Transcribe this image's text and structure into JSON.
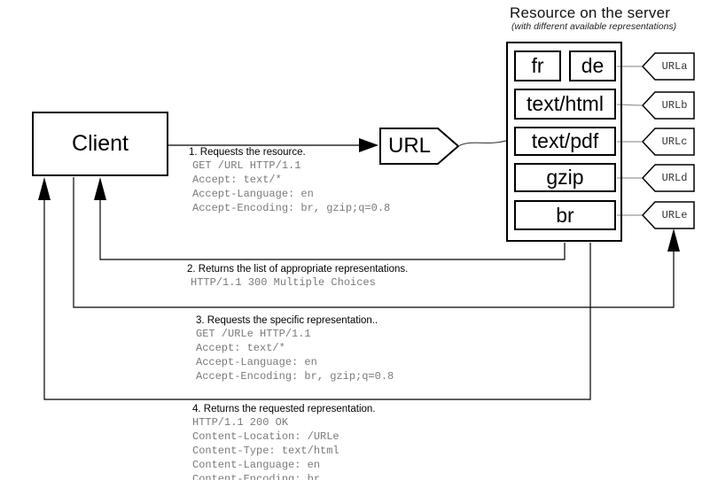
{
  "header": {
    "title": "Resource on the server",
    "subtitle": "(with different available representations)"
  },
  "client": {
    "label": "Client"
  },
  "url_node": {
    "label": "URL"
  },
  "server": {
    "rows": [
      {
        "labels": [
          "fr",
          "de"
        ],
        "tag": "URLa"
      },
      {
        "labels": [
          "text/html"
        ],
        "tag": "URLb"
      },
      {
        "labels": [
          "text/pdf"
        ],
        "tag": "URLc"
      },
      {
        "labels": [
          "gzip"
        ],
        "tag": "URLd"
      },
      {
        "labels": [
          "br"
        ],
        "tag": "URLe"
      }
    ]
  },
  "messages": [
    {
      "step": "1. Requests the resource.",
      "lines": [
        "GET /URL HTTP/1.1",
        "Accept: text/*",
        "Accept-Language: en",
        "Accept-Encoding: br, gzip;q=0.8"
      ]
    },
    {
      "step": "2. Returns the list of  appropriate representations.",
      "lines": [
        "HTTP/1.1 300 Multiple Choices"
      ]
    },
    {
      "step": "3. Requests the specific representation..",
      "lines": [
        "GET /URLe HTTP/1.1",
        "Accept: text/*",
        "Accept-Language: en",
        "Accept-Encoding: br, gzip;q=0.8"
      ]
    },
    {
      "step": "4. Returns the requested representation.",
      "lines": [
        "HTTP/1.1 200 OK",
        "Content-Location: /URLe",
        "Content-Type: text/html",
        "Content-Language: en",
        "Content-Encoding: br"
      ]
    }
  ],
  "colors": {
    "outline": "#000000",
    "mono_text": "#7a7a7a",
    "connector": "#999999"
  }
}
